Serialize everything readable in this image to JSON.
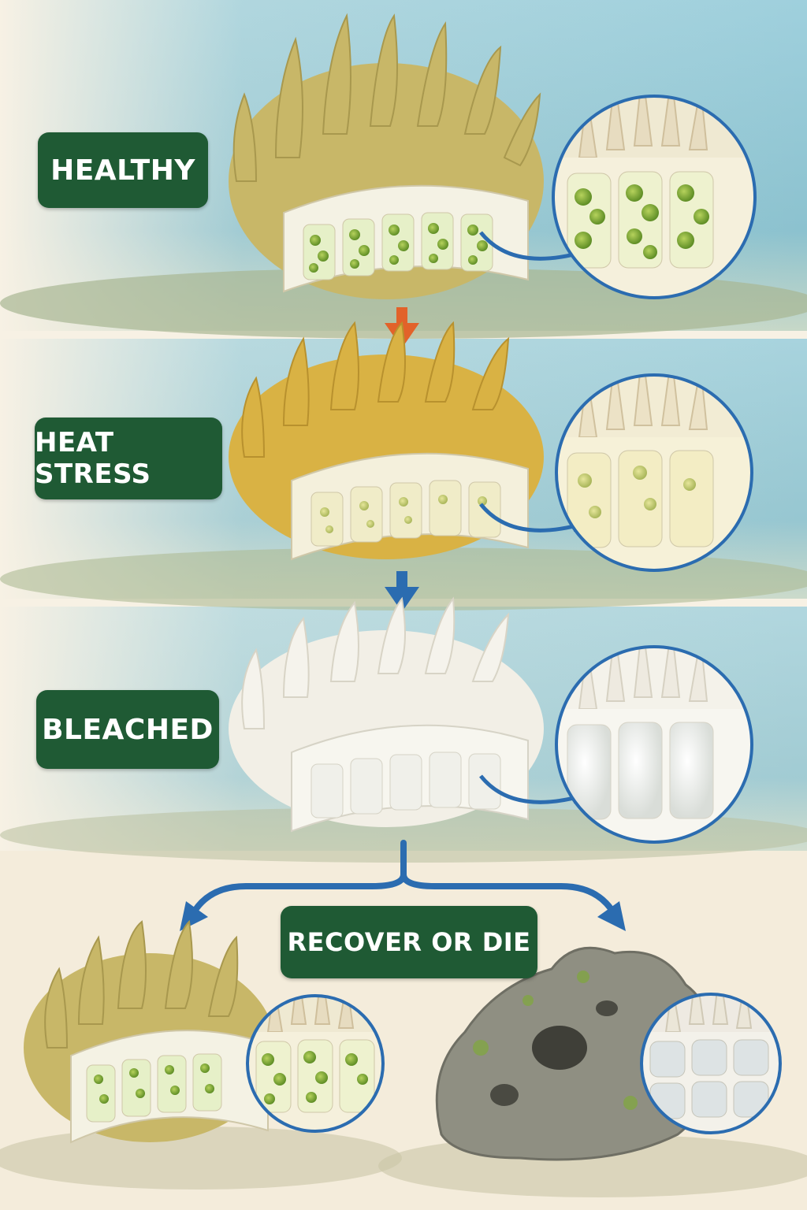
{
  "stages": [
    {
      "id": "healthy",
      "label": "HEALTHY"
    },
    {
      "id": "heat-stress",
      "label": "HEAT STRESS"
    },
    {
      "id": "bleached",
      "label": "BLEACHED"
    }
  ],
  "outcome": {
    "label": "RECOVER OR DIE"
  },
  "colors": {
    "label_bg": "#1f5a34",
    "label_text": "#ffffff",
    "water": "#8fc7d6",
    "healthy_coral": "#c8b768",
    "stressed_coral": "#d9b244",
    "bleached_coral": "#f2efe6",
    "dead_rock": "#8f8f82",
    "algae_green": "#7fa83a",
    "arrow_blue": "#2b6cb0",
    "arrow_orange": "#e2622a"
  },
  "icons": [
    "arrow-down-icon",
    "curved-arrow-icon",
    "branch-arrow-icon"
  ]
}
